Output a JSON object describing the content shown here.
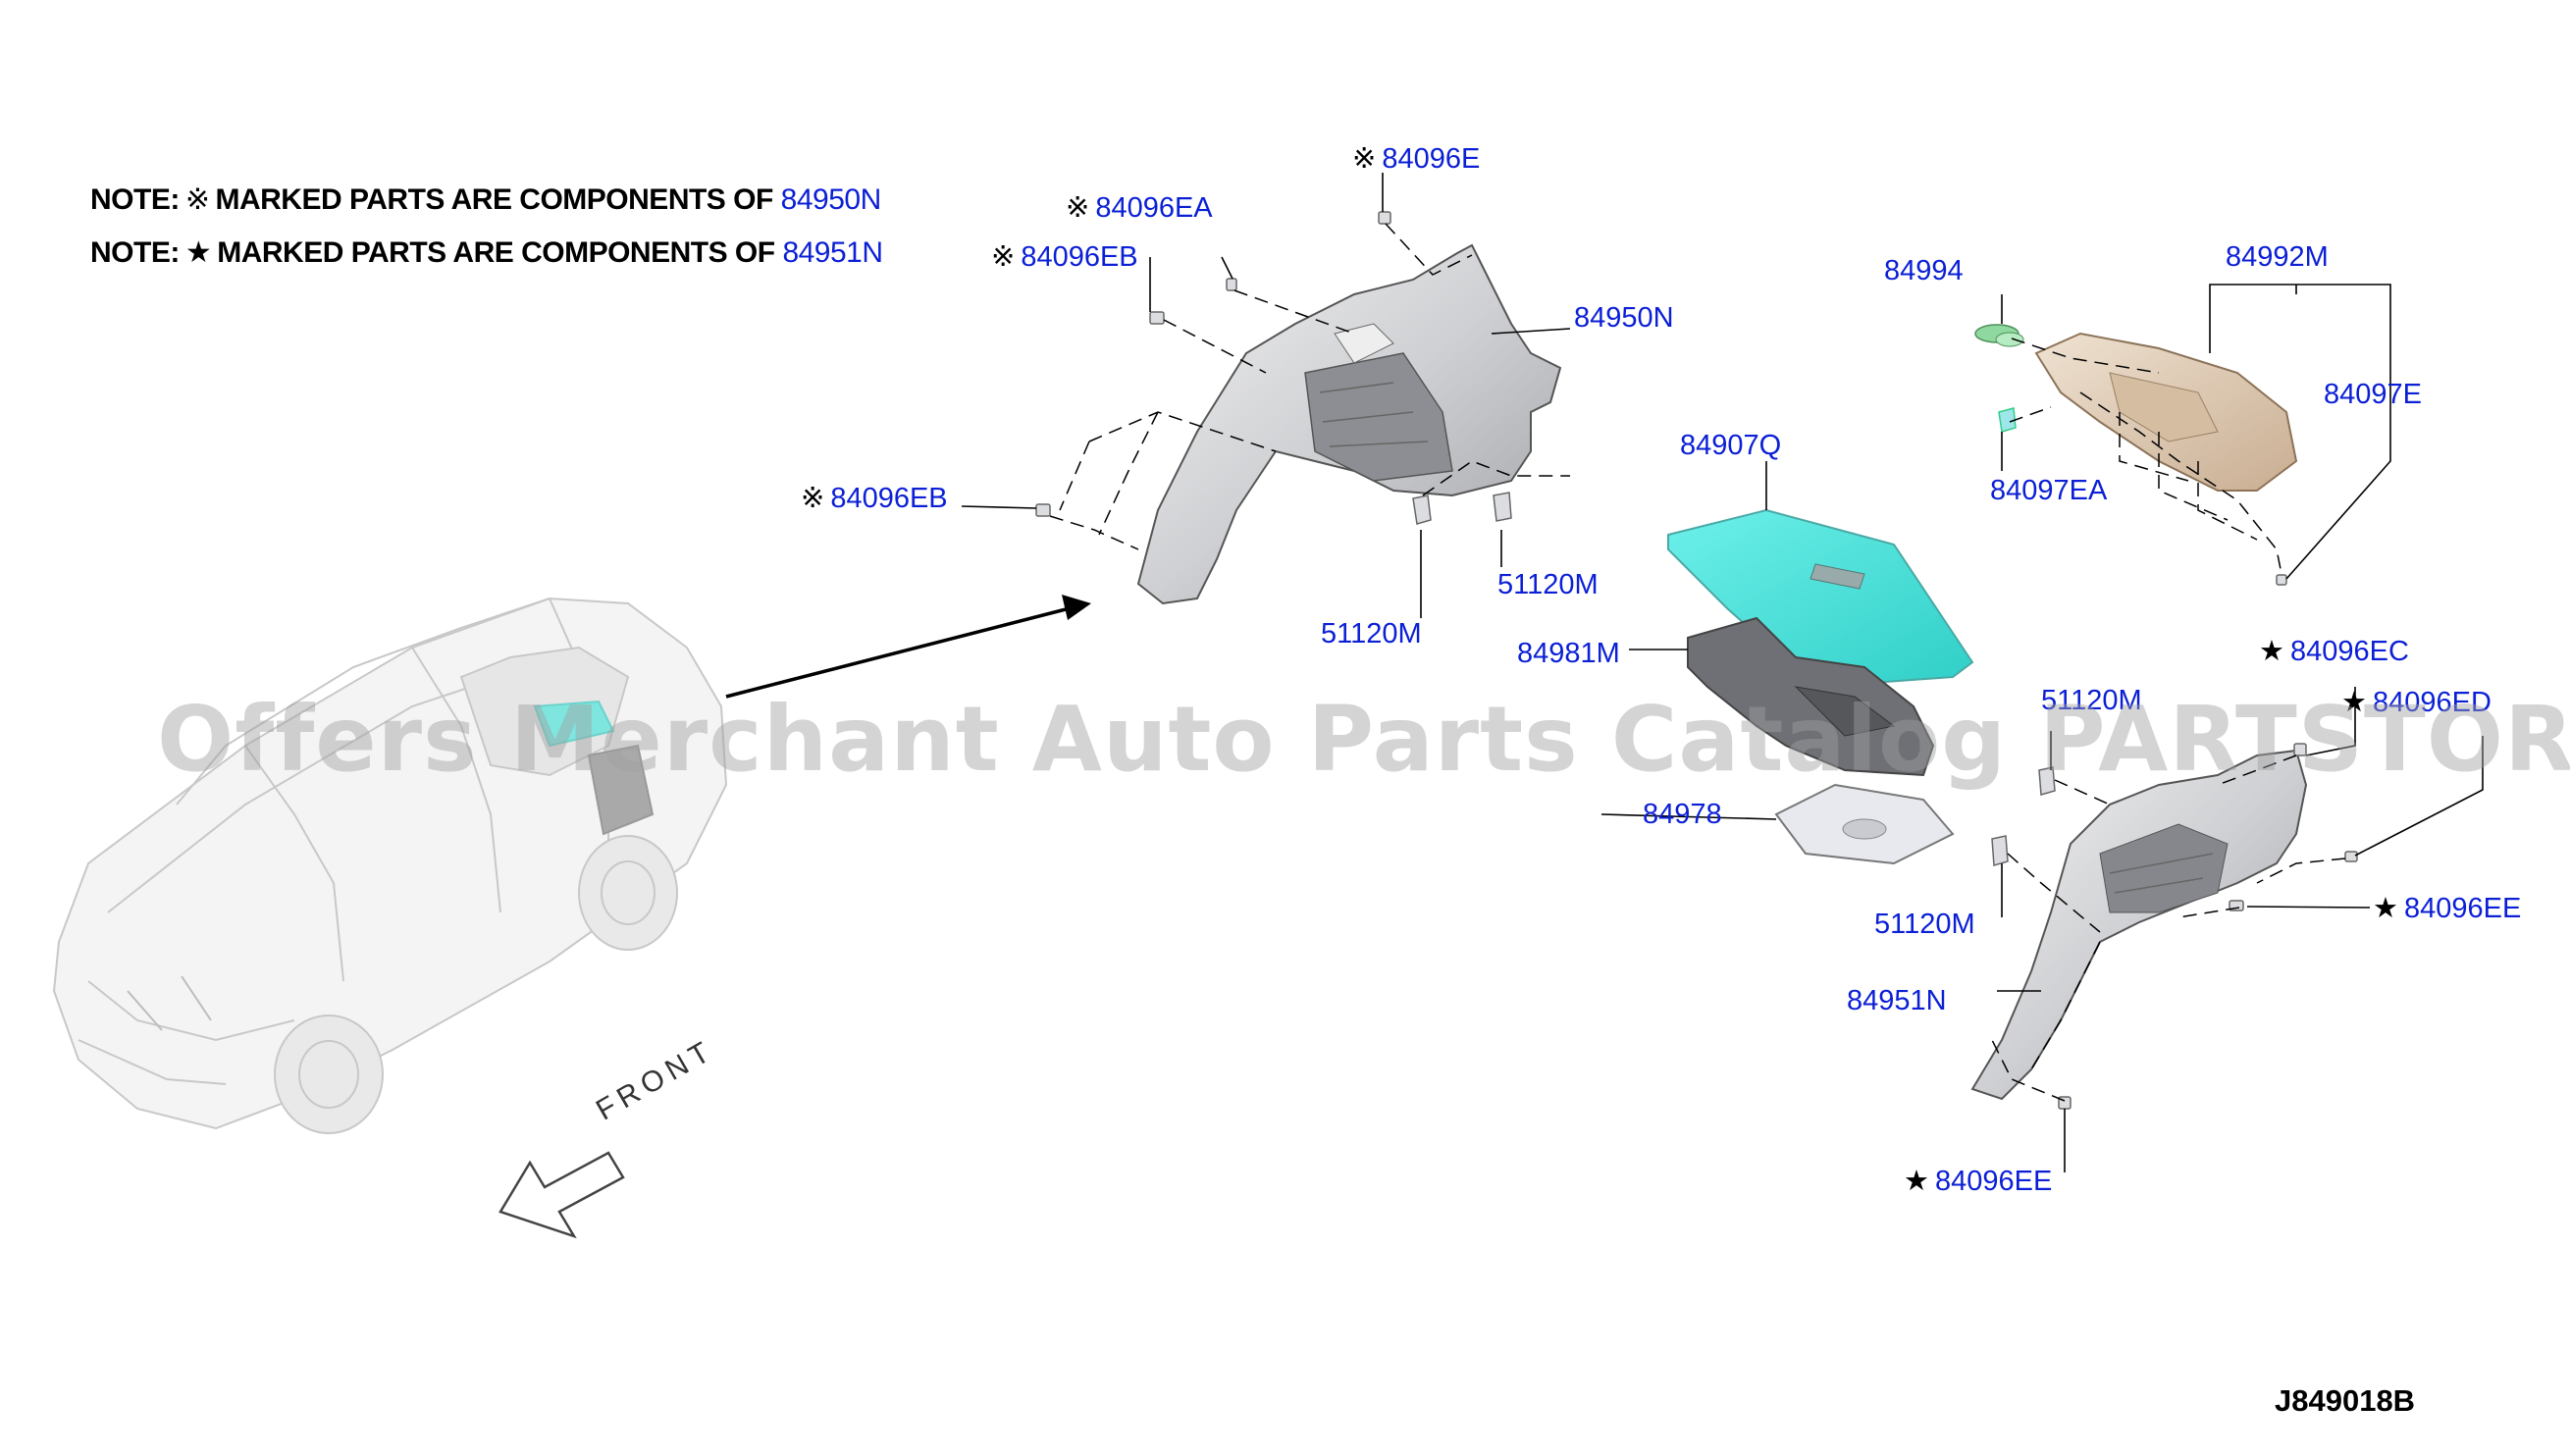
{
  "notes": [
    {
      "prefix": "NOTE:",
      "symbol": "※",
      "text": "MARKED PARTS ARE COMPONENTS OF",
      "ref": "84950N"
    },
    {
      "prefix": "NOTE:",
      "symbol": "★",
      "text": "MARKED PARTS ARE COMPONENTS OF",
      "ref": "84951N"
    }
  ],
  "labels": {
    "p84096E_top": {
      "mark": "※",
      "part": "84096E"
    },
    "p84096EA": {
      "mark": "※",
      "part": "84096EA"
    },
    "p84096EB_top": {
      "mark": "※",
      "part": "84096EB"
    },
    "p84950N": {
      "mark": "",
      "part": "84950N"
    },
    "p84096EB_left": {
      "mark": "※",
      "part": "84096EB"
    },
    "p51120M_a": {
      "mark": "",
      "part": "51120M"
    },
    "p51120M_b": {
      "mark": "",
      "part": "51120M"
    },
    "p84994": {
      "mark": "",
      "part": "84994"
    },
    "p84992M": {
      "mark": "",
      "part": "84992M"
    },
    "p84097E": {
      "mark": "",
      "part": "84097E"
    },
    "p84097EA": {
      "mark": "",
      "part": "84097EA"
    },
    "p84907Q": {
      "mark": "",
      "part": "84907Q"
    },
    "p84981M": {
      "mark": "",
      "part": "84981M"
    },
    "p84978": {
      "mark": "",
      "part": "84978"
    },
    "p51120M_c": {
      "mark": "",
      "part": "51120M"
    },
    "p51120M_d": {
      "mark": "",
      "part": "51120M"
    },
    "p84096EC": {
      "mark": "★",
      "part": "84096EC"
    },
    "p84096ED": {
      "mark": "★",
      "part": "84096ED"
    },
    "p84096EE_r": {
      "mark": "★",
      "part": "84096EE"
    },
    "p84951N": {
      "mark": "",
      "part": "84951N"
    },
    "p84096EE_b": {
      "mark": "★",
      "part": "84096EE"
    }
  },
  "front_label": "FRONT",
  "watermark": "Offers Merchant Auto Parts Catalog PARTSTORE.SA",
  "diagram_code": "J849018B",
  "colors": {
    "label_blue": "#0b1fd6",
    "trim_grey": "#d9dadc",
    "board_cyan": "#4fe3dc",
    "panel_beige": "#e3cfb8",
    "clip_green": "#8fd9a0"
  }
}
